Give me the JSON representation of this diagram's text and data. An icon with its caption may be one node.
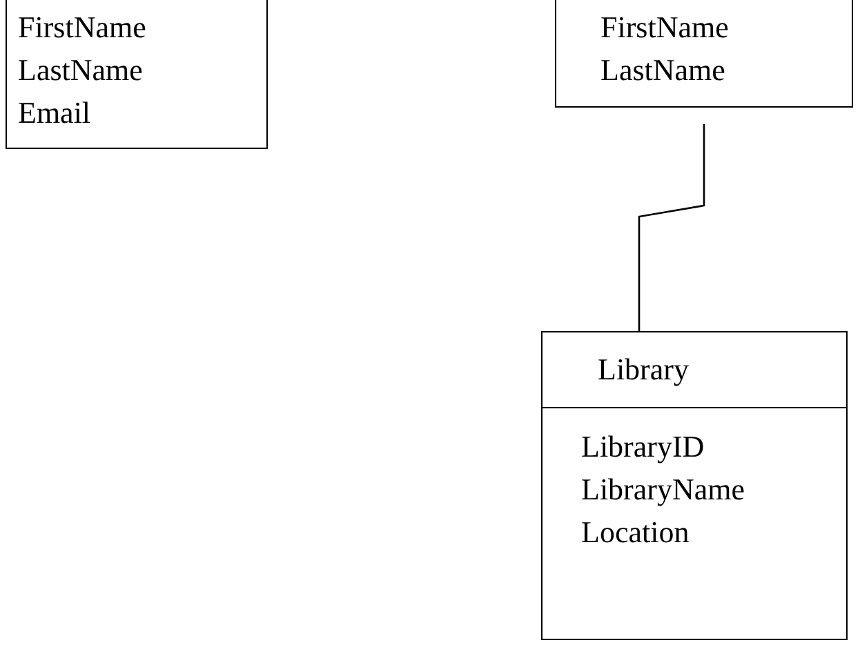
{
  "diagram": {
    "nodes": [
      {
        "text": [
          "FirstName",
          "LastName",
          "Email"
        ]
      },
      {
        "text": [
          "FirstName",
          "LastName"
        ]
      },
      {
        "text": [
          "Library",
          "LibraryID",
          "LibraryName",
          "Location"
        ]
      }
    ],
    "edges": [
      {
        "from": 1,
        "to": 2,
        "arrow": "none"
      }
    ]
  }
}
